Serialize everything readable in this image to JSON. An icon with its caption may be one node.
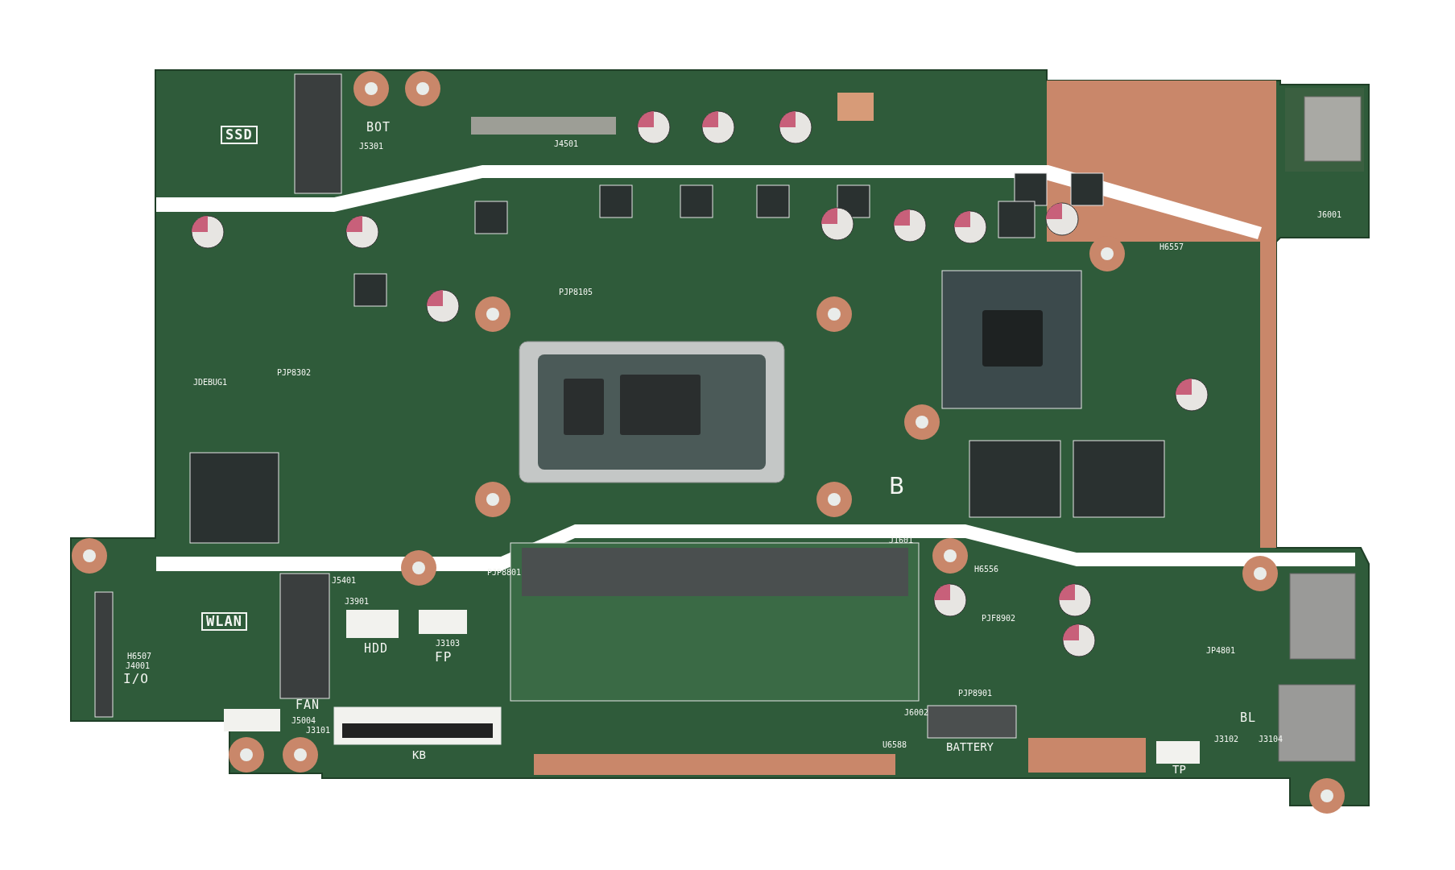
{
  "diagram": {
    "labels": [
      "SSD",
      "BOT",
      "J5301",
      "J4501",
      "J6001",
      "H6557",
      "PJP8105",
      "JDEBUG1",
      "PJP8302",
      "B",
      "J1601",
      "H6556",
      "J5401",
      "PJP8801",
      "J3901",
      "J3103",
      "WLAN",
      "HDD",
      "FP",
      "PJF8902",
      "JP4801",
      "H6507",
      "J4001",
      "I/O",
      "FAN",
      "J5004",
      "J3101",
      "PJP8901",
      "J6002",
      "BL",
      "KB",
      "U6588",
      "BATTERY",
      "J3102",
      "J3104",
      "TP"
    ]
  }
}
